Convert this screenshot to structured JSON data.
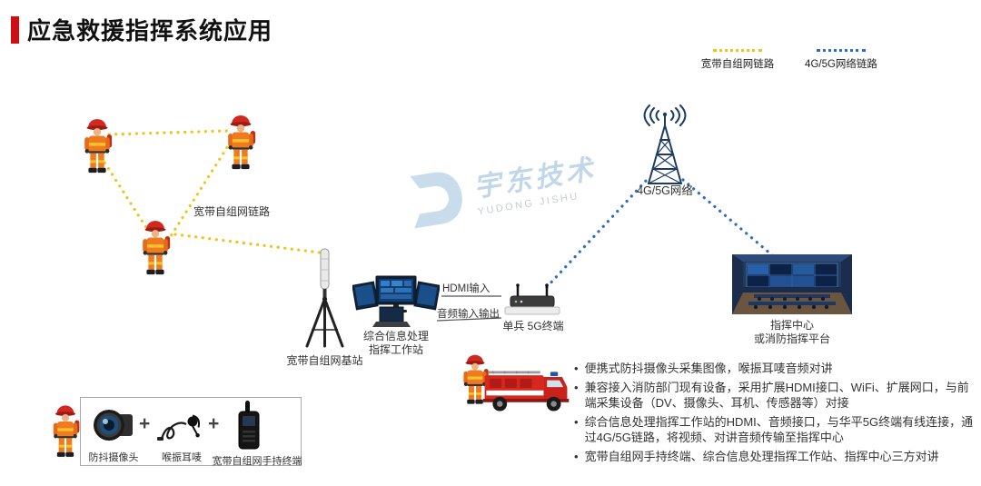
{
  "page": {
    "title": "应急救援指挥系统应用"
  },
  "legend": {
    "adhoc_label": "宽带自组网链路",
    "cellular_label": "4G/5G网络链路",
    "adhoc_color": "#F0C419",
    "cellular_color": "#2B6CC4"
  },
  "watermark": {
    "name": "宇东技术",
    "latin": "YUDONG JISHU"
  },
  "diagram": {
    "adhoc_link_label": "宽带自组网链路",
    "base_station_label": "宽带自组网基站",
    "workstation_label_line1": "综合信息处理",
    "workstation_label_line2": "指挥工作站",
    "hdmi_label": "HDMI输入",
    "audio_label": "音频输入输出",
    "soldier_terminal_label": "单兵 5G终端",
    "network_label": "4G/5G网络",
    "command_center_label_line1": "指挥中心",
    "command_center_label_line2": "或消防指挥平台"
  },
  "kit": {
    "plus": "+",
    "camera_label": "防抖摄像头",
    "earmic_label": "喉振耳唛",
    "handheld_label": "宽带自组网手持终端"
  },
  "notes": {
    "bullet": "•",
    "items": [
      "便携式防抖摄像头采集图像，喉振耳唛音频对讲",
      "兼容接入消防部门现有设备，采用扩展HDMI接口、WiFi、扩展网口，与前端采集设备（DV、摄像头、耳机、传感器等）对接",
      "综合信息处理指挥工作站的HDMI、音频接口，与华平5G终端有线连接，通过4G/5G链路，将视频、对讲音频传输至指挥中心",
      "宽带自组网手持终端、综合信息处理指挥工作站、指挥中心三方对讲"
    ]
  }
}
